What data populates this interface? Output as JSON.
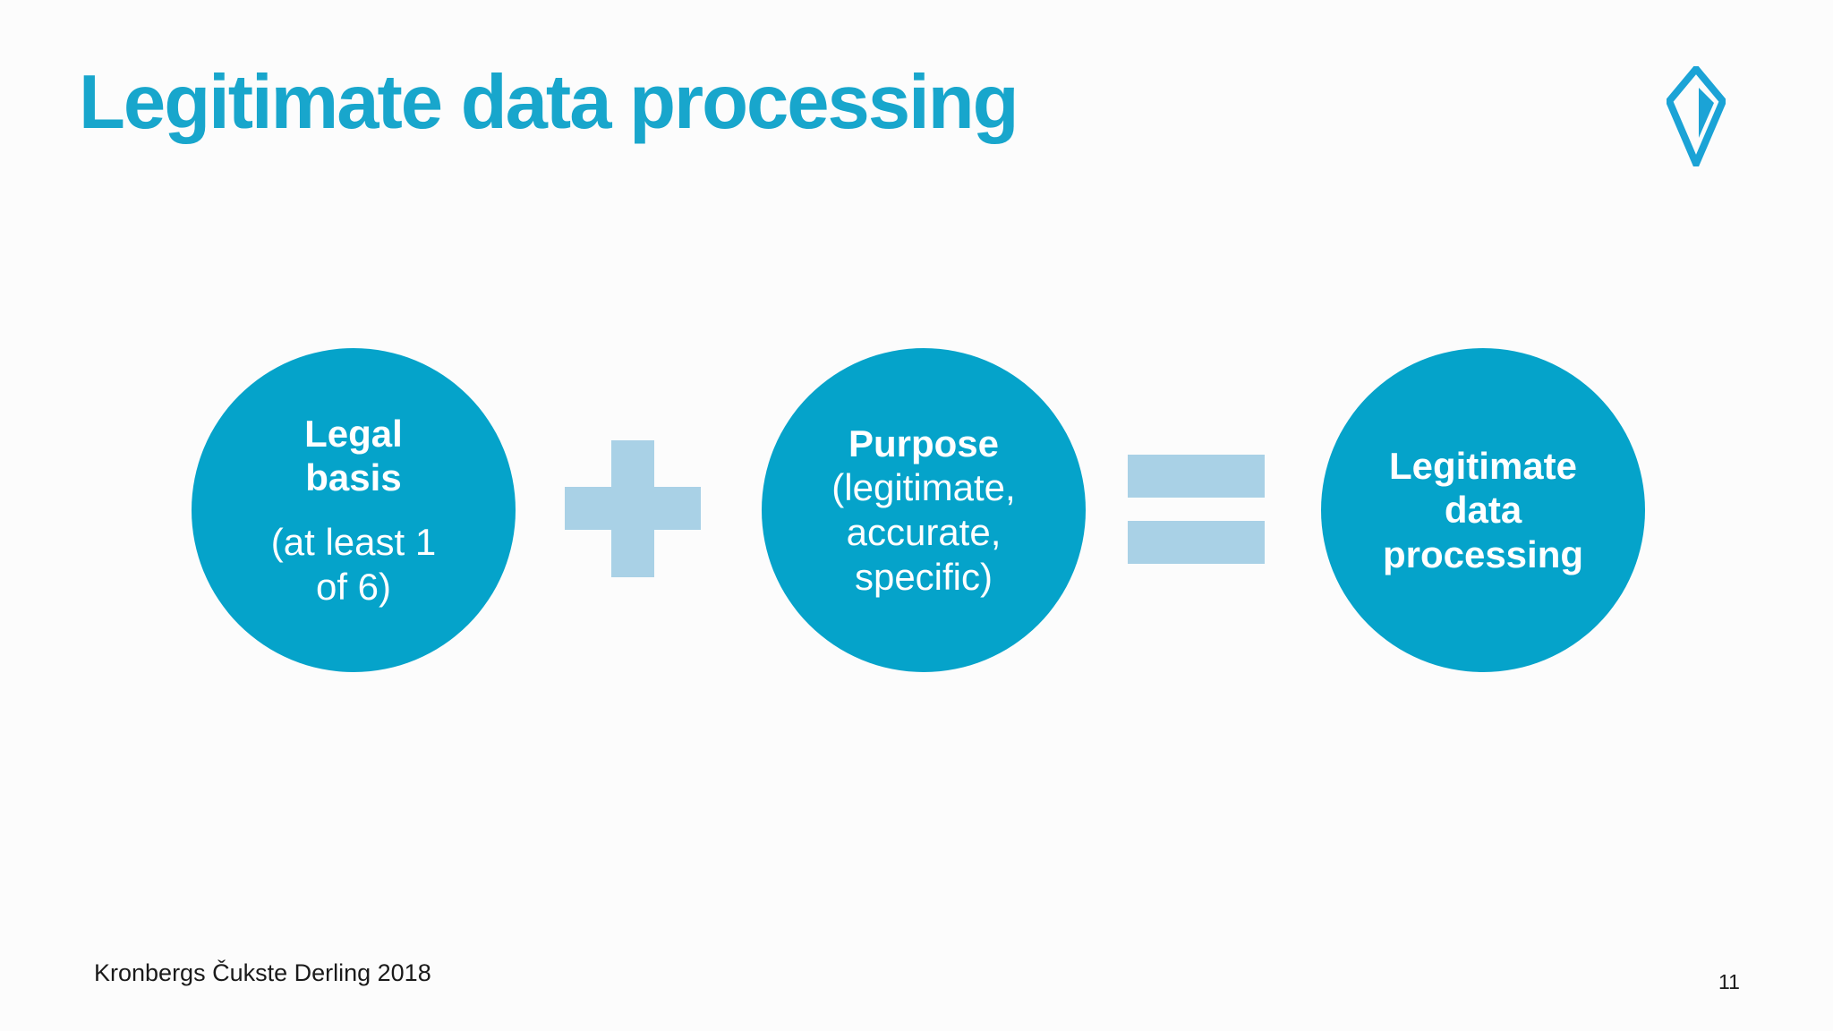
{
  "slide": {
    "title": "Legitimate data processing",
    "footer": "Kronbergs Čukste Derling 2018",
    "page_number": "11"
  },
  "diagram": {
    "nodes": [
      {
        "id": "legal-basis",
        "heading": "Legal\nbasis",
        "detail": "(at least 1\nof 6)"
      },
      {
        "id": "purpose",
        "heading": "Purpose",
        "detail": "(legitimate,\naccurate,\nspecific)"
      },
      {
        "id": "legitimate-data-processing",
        "heading": "Legitimate\ndata\nprocessing",
        "detail": ""
      }
    ],
    "operators": [
      {
        "name": "plus"
      },
      {
        "name": "equals"
      }
    ]
  },
  "icons": {
    "brand_logo": "kite-diamond-logo"
  },
  "colors": {
    "title_text": "#18a6cc",
    "circle_fill": "#05a3ca",
    "circle_text": "#ffffff",
    "operator_fill": "#a9d1e6",
    "footer_text": "#1a1a1a",
    "background": "#fcfcfc"
  }
}
